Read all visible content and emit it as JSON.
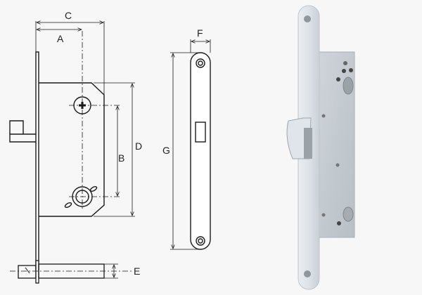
{
  "figure": {
    "type": "technical-drawing",
    "subject": "mortise hook lock for sliding door",
    "background": "#f7f7f7",
    "line_color": "#1a1a1a"
  },
  "dimensions": {
    "A": "A",
    "B": "B",
    "C": "C",
    "D": "D",
    "E": "E",
    "F": "F",
    "G": "G"
  },
  "views": {
    "side_view": "side-view-lock-body",
    "front_view": "faceplate-front-view",
    "bottom_view": "bottom-view",
    "photo": "product-photo"
  }
}
